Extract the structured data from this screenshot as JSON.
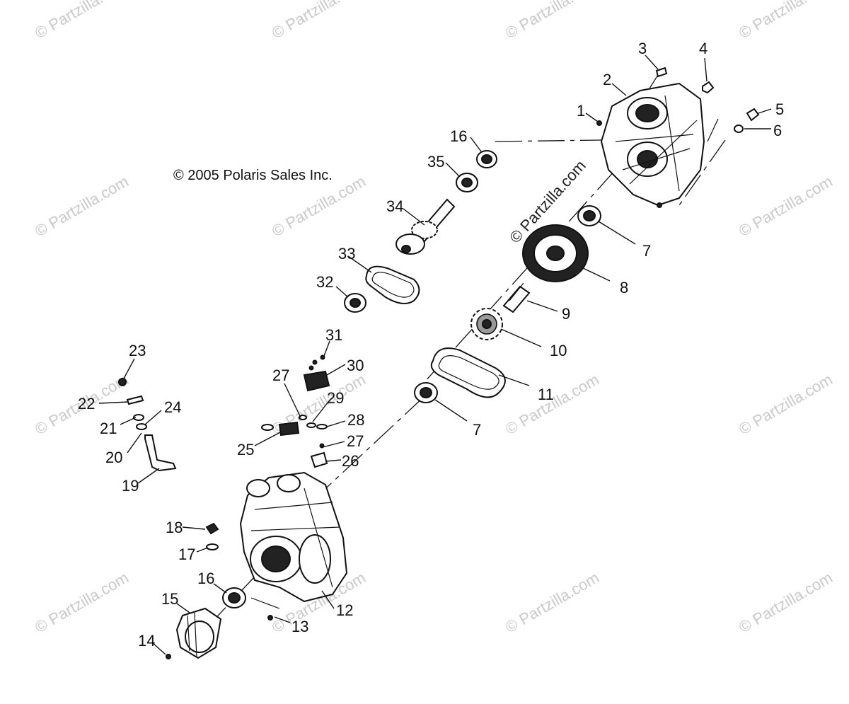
{
  "copyright": "© 2005 Polaris Sales Inc.",
  "watermark": {
    "text": "© Partzilla.com",
    "center_text": "© Partzilla.com"
  },
  "callouts": {
    "c1": "1",
    "c2": "2",
    "c3": "3",
    "c4": "4",
    "c5": "5",
    "c6": "6",
    "c7a": "7",
    "c7b": "7",
    "c8": "8",
    "c9": "9",
    "c10": "10",
    "c11": "11",
    "c12": "12",
    "c13": "13",
    "c14": "14",
    "c15": "15",
    "c16a": "16",
    "c16b": "16",
    "c17": "17",
    "c18": "18",
    "c19": "19",
    "c20": "20",
    "c21": "21",
    "c22": "22",
    "c23": "23",
    "c24": "24",
    "c25": "25",
    "c26": "26",
    "c27a": "27",
    "c27b": "27",
    "c28": "28",
    "c29": "29",
    "c30": "30",
    "c31": "31",
    "c32": "32",
    "c33": "33",
    "c34": "34",
    "c35": "35"
  },
  "colors": {
    "ink": "#111111",
    "watermark": "#c9c9c9"
  }
}
